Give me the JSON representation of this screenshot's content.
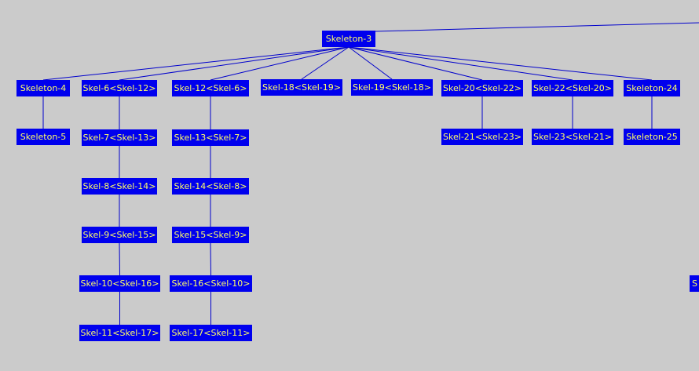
{
  "colors": {
    "background": "#cbcbcb",
    "node_fill": "#0000ee",
    "node_text": "#ffff66",
    "edge": "#0000cc"
  },
  "nodes": [
    {
      "id": "skeleton-3",
      "label": "Skeleton-3"
    },
    {
      "id": "skeleton-4",
      "label": "Skeleton-4"
    },
    {
      "id": "skeleton-5",
      "label": "Skeleton-5"
    },
    {
      "id": "skel-6",
      "label": "Skel-6<Skel-12>"
    },
    {
      "id": "skel-7",
      "label": "Skel-7<Skel-13>"
    },
    {
      "id": "skel-8",
      "label": "Skel-8<Skel-14>"
    },
    {
      "id": "skel-9",
      "label": "Skel-9<Skel-15>"
    },
    {
      "id": "skel-10",
      "label": "Skel-10<Skel-16>"
    },
    {
      "id": "skel-11",
      "label": "Skel-11<Skel-17>"
    },
    {
      "id": "skel-12",
      "label": "Skel-12<Skel-6>"
    },
    {
      "id": "skel-13",
      "label": "Skel-13<Skel-7>"
    },
    {
      "id": "skel-14",
      "label": "Skel-14<Skel-8>"
    },
    {
      "id": "skel-15",
      "label": "Skel-15<Skel-9>"
    },
    {
      "id": "skel-16",
      "label": "Skel-16<Skel-10>"
    },
    {
      "id": "skel-17",
      "label": "Skel-17<Skel-11>"
    },
    {
      "id": "skel-18",
      "label": "Skel-18<Skel-19>"
    },
    {
      "id": "skel-19",
      "label": "Skel-19<Skel-18>"
    },
    {
      "id": "skel-20",
      "label": "Skel-20<Skel-22>"
    },
    {
      "id": "skel-21",
      "label": "Skel-21<Skel-23>"
    },
    {
      "id": "skel-22",
      "label": "Skel-22<Skel-20>"
    },
    {
      "id": "skel-23",
      "label": "Skel-23<Skel-21>"
    },
    {
      "id": "skeleton-24",
      "label": "Skeleton-24"
    },
    {
      "id": "skeleton-25",
      "label": "Skeleton-25"
    },
    {
      "id": "partial-node",
      "label": "S"
    }
  ],
  "edges": [
    [
      "skeleton-3",
      "skeleton-4"
    ],
    [
      "skeleton-3",
      "skel-6"
    ],
    [
      "skeleton-3",
      "skel-12"
    ],
    [
      "skeleton-3",
      "skel-18"
    ],
    [
      "skeleton-3",
      "skel-19"
    ],
    [
      "skeleton-3",
      "skel-20"
    ],
    [
      "skeleton-3",
      "skel-22"
    ],
    [
      "skeleton-3",
      "skeleton-24"
    ],
    [
      "skeleton-4",
      "skeleton-5"
    ],
    [
      "skel-6",
      "skel-7"
    ],
    [
      "skel-7",
      "skel-8"
    ],
    [
      "skel-8",
      "skel-9"
    ],
    [
      "skel-9",
      "skel-10"
    ],
    [
      "skel-10",
      "skel-11"
    ],
    [
      "skel-12",
      "skel-13"
    ],
    [
      "skel-13",
      "skel-14"
    ],
    [
      "skel-14",
      "skel-15"
    ],
    [
      "skel-15",
      "skel-16"
    ],
    [
      "skel-16",
      "skel-17"
    ],
    [
      "skel-20",
      "skel-21"
    ],
    [
      "skel-22",
      "skel-23"
    ],
    [
      "skeleton-24",
      "skeleton-25"
    ]
  ]
}
